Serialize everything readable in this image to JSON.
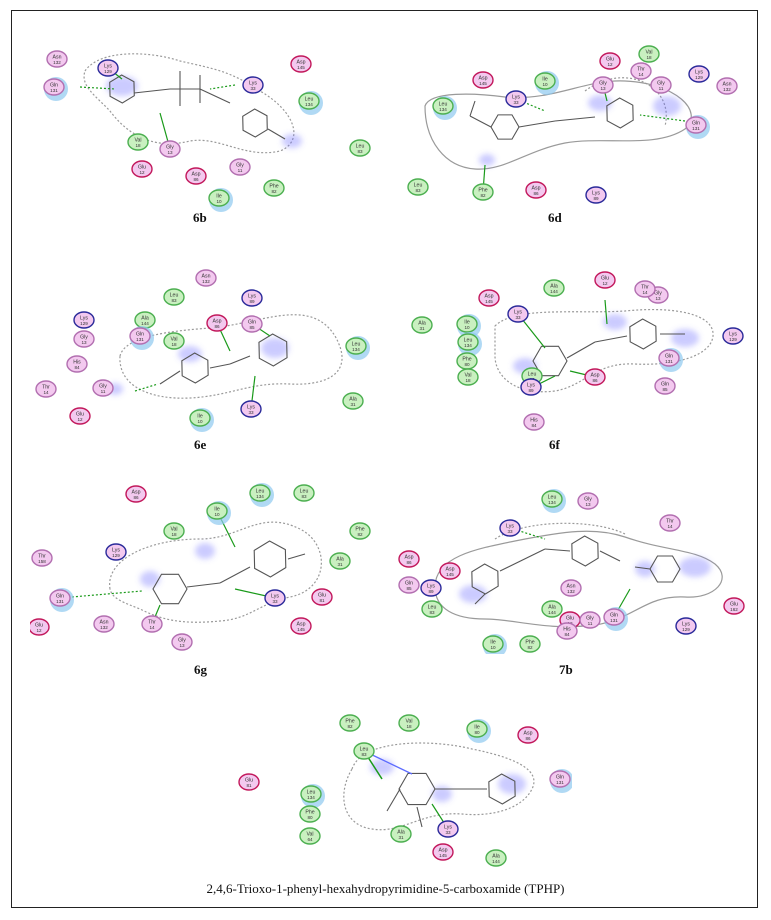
{
  "colors": {
    "green_fill": "#c9f0c0",
    "green_stroke": "#4caf50",
    "pink_fill": "#f3c9ef",
    "pink_stroke": "#b26fb0",
    "purple_stroke": "#2a2a9a",
    "red_stroke": "#c2185b",
    "halo": "#8ec9f0",
    "bond": "#555555",
    "hbond": "#1a9a1a",
    "contact": "#9a9a9a",
    "blob": "#6b6bff"
  },
  "panels": [
    {
      "id": "6b",
      "label": "6b",
      "residues": [
        {
          "name": "Asn",
          "num": "132",
          "type": "pink"
        },
        {
          "name": "Lys",
          "num": "129",
          "type": "purple"
        },
        {
          "name": "Gln",
          "num": "131",
          "type": "pink",
          "halo": true
        },
        {
          "name": "Lys",
          "num": "33",
          "type": "purple"
        },
        {
          "name": "Asp",
          "num": "145",
          "type": "red"
        },
        {
          "name": "Leu",
          "num": "134",
          "type": "green",
          "halo": true
        },
        {
          "name": "Val",
          "num": "18",
          "type": "green"
        },
        {
          "name": "Gly",
          "num": "13",
          "type": "pink"
        },
        {
          "name": "Glu",
          "num": "12",
          "type": "red"
        },
        {
          "name": "Asp",
          "num": "86",
          "type": "red"
        },
        {
          "name": "Gly",
          "num": "11",
          "type": "pink"
        },
        {
          "name": "Leu",
          "num": "83",
          "type": "green"
        },
        {
          "name": "Phe",
          "num": "82",
          "type": "green"
        },
        {
          "name": "Ile",
          "num": "10",
          "type": "green",
          "halo": true
        }
      ]
    },
    {
      "id": "6d",
      "label": "6d",
      "residues": [
        {
          "name": "Glu",
          "num": "12",
          "type": "red"
        },
        {
          "name": "Val",
          "num": "18",
          "type": "green"
        },
        {
          "name": "Asp",
          "num": "145",
          "type": "red"
        },
        {
          "name": "Ile",
          "num": "10",
          "type": "green",
          "halo": true
        },
        {
          "name": "Thr",
          "num": "14",
          "type": "pink"
        },
        {
          "name": "Lys",
          "num": "129",
          "type": "purple"
        },
        {
          "name": "Gly",
          "num": "13",
          "type": "pink"
        },
        {
          "name": "Gly",
          "num": "11",
          "type": "pink"
        },
        {
          "name": "Asn",
          "num": "132",
          "type": "pink"
        },
        {
          "name": "Leu",
          "num": "134",
          "type": "green",
          "halo": true
        },
        {
          "name": "Lys",
          "num": "33",
          "type": "purple"
        },
        {
          "name": "Gln",
          "num": "131",
          "type": "pink",
          "halo": true
        },
        {
          "name": "Leu",
          "num": "83",
          "type": "green"
        },
        {
          "name": "Phe",
          "num": "82",
          "type": "green"
        },
        {
          "name": "Asp",
          "num": "86",
          "type": "red"
        },
        {
          "name": "Lys",
          "num": "89",
          "type": "purple"
        }
      ]
    },
    {
      "id": "6e",
      "label": "6e",
      "residues": [
        {
          "name": "Asn",
          "num": "132",
          "type": "pink"
        },
        {
          "name": "Leu",
          "num": "83",
          "type": "green"
        },
        {
          "name": "Lys",
          "num": "89",
          "type": "purple"
        },
        {
          "name": "Lys",
          "num": "129",
          "type": "purple"
        },
        {
          "name": "Ala",
          "num": "144",
          "type": "green"
        },
        {
          "name": "Asp",
          "num": "86",
          "type": "red"
        },
        {
          "name": "Gln",
          "num": "85",
          "type": "pink"
        },
        {
          "name": "Gln",
          "num": "131",
          "type": "pink",
          "halo": true
        },
        {
          "name": "Val",
          "num": "18",
          "type": "green"
        },
        {
          "name": "Gly",
          "num": "13",
          "type": "pink"
        },
        {
          "name": "Leu",
          "num": "134",
          "type": "green",
          "halo": true
        },
        {
          "name": "His",
          "num": "84",
          "type": "pink"
        },
        {
          "name": "Thr",
          "num": "14",
          "type": "pink"
        },
        {
          "name": "Gly",
          "num": "11",
          "type": "pink"
        },
        {
          "name": "Glu",
          "num": "12",
          "type": "red"
        },
        {
          "name": "Ile",
          "num": "10",
          "type": "green",
          "halo": true
        },
        {
          "name": "Lys",
          "num": "33",
          "type": "purple"
        },
        {
          "name": "Ala",
          "num": "31",
          "type": "green"
        }
      ]
    },
    {
      "id": "6f",
      "label": "6f",
      "residues": [
        {
          "name": "Glu",
          "num": "12",
          "type": "red"
        },
        {
          "name": "Ala",
          "num": "144",
          "type": "green"
        },
        {
          "name": "Asp",
          "num": "145",
          "type": "red"
        },
        {
          "name": "Gly",
          "num": "13",
          "type": "pink"
        },
        {
          "name": "Thr",
          "num": "14",
          "type": "pink"
        },
        {
          "name": "Ala",
          "num": "31",
          "type": "green"
        },
        {
          "name": "Ile",
          "num": "10",
          "type": "green",
          "halo": true
        },
        {
          "name": "Lys",
          "num": "33",
          "type": "purple"
        },
        {
          "name": "Leu",
          "num": "134",
          "type": "green",
          "halo": true
        },
        {
          "name": "Lys",
          "num": "129",
          "type": "purple"
        },
        {
          "name": "Phe",
          "num": "80",
          "type": "green"
        },
        {
          "name": "Val",
          "num": "18",
          "type": "green"
        },
        {
          "name": "Leu",
          "num": "83",
          "type": "green"
        },
        {
          "name": "Lys",
          "num": "89",
          "type": "purple"
        },
        {
          "name": "Asp",
          "num": "86",
          "type": "red"
        },
        {
          "name": "Gln",
          "num": "131",
          "type": "pink",
          "halo": true
        },
        {
          "name": "Gln",
          "num": "85",
          "type": "pink"
        },
        {
          "name": "His",
          "num": "84",
          "type": "pink"
        }
      ]
    },
    {
      "id": "6g",
      "label": "6g",
      "residues": [
        {
          "name": "Asp",
          "num": "86",
          "type": "red"
        },
        {
          "name": "Leu",
          "num": "134",
          "type": "green",
          "halo": true
        },
        {
          "name": "Leu",
          "num": "83",
          "type": "green"
        },
        {
          "name": "Ile",
          "num": "10",
          "type": "green",
          "halo": true
        },
        {
          "name": "Val",
          "num": "18",
          "type": "green"
        },
        {
          "name": "Phe",
          "num": "82",
          "type": "green"
        },
        {
          "name": "Lys",
          "num": "129",
          "type": "purple"
        },
        {
          "name": "Thr",
          "num": "158",
          "type": "pink"
        },
        {
          "name": "Ala",
          "num": "31",
          "type": "green"
        },
        {
          "name": "Gln",
          "num": "131",
          "type": "pink",
          "halo": true
        },
        {
          "name": "Glu",
          "num": "81",
          "type": "red"
        },
        {
          "name": "Lys",
          "num": "33",
          "type": "purple"
        },
        {
          "name": "Glu",
          "num": "12",
          "type": "red"
        },
        {
          "name": "Asn",
          "num": "132",
          "type": "pink"
        },
        {
          "name": "Thr",
          "num": "14",
          "type": "pink"
        },
        {
          "name": "Asp",
          "num": "145",
          "type": "red"
        },
        {
          "name": "Gly",
          "num": "13",
          "type": "pink"
        }
      ]
    },
    {
      "id": "7b",
      "label": "7b",
      "residues": [
        {
          "name": "Leu",
          "num": "134",
          "type": "green",
          "halo": true
        },
        {
          "name": "Gly",
          "num": "13",
          "type": "pink"
        },
        {
          "name": "Thr",
          "num": "14",
          "type": "pink"
        },
        {
          "name": "Asp",
          "num": "86",
          "type": "red"
        },
        {
          "name": "Lys",
          "num": "33",
          "type": "purple"
        },
        {
          "name": "Asp",
          "num": "145",
          "type": "red"
        },
        {
          "name": "Gln",
          "num": "85",
          "type": "pink"
        },
        {
          "name": "Lys",
          "num": "89",
          "type": "purple"
        },
        {
          "name": "Asn",
          "num": "132",
          "type": "pink"
        },
        {
          "name": "Leu",
          "num": "83",
          "type": "green"
        },
        {
          "name": "Ala",
          "num": "144",
          "type": "green"
        },
        {
          "name": "Glu",
          "num": "12",
          "type": "red"
        },
        {
          "name": "Gly",
          "num": "11",
          "type": "pink"
        },
        {
          "name": "Gln",
          "num": "131",
          "type": "pink",
          "halo": true
        },
        {
          "name": "Glu",
          "num": "162",
          "type": "red"
        },
        {
          "name": "Ile",
          "num": "10",
          "type": "green",
          "halo": true
        },
        {
          "name": "Phe",
          "num": "82",
          "type": "green"
        },
        {
          "name": "His",
          "num": "84",
          "type": "pink"
        },
        {
          "name": "Lys",
          "num": "129",
          "type": "purple"
        }
      ]
    },
    {
      "id": "tphp",
      "label": "",
      "residues": [
        {
          "name": "Phe",
          "num": "82",
          "type": "green"
        },
        {
          "name": "Val",
          "num": "18",
          "type": "green"
        },
        {
          "name": "Ile",
          "num": "80",
          "type": "green",
          "halo": true
        },
        {
          "name": "Asp",
          "num": "86",
          "type": "red"
        },
        {
          "name": "Leu",
          "num": "83",
          "type": "green"
        },
        {
          "name": "Glu",
          "num": "81",
          "type": "red"
        },
        {
          "name": "Leu",
          "num": "134",
          "type": "green",
          "halo": true
        },
        {
          "name": "Gln",
          "num": "131",
          "type": "pink",
          "halo": true
        },
        {
          "name": "Phe",
          "num": "80",
          "type": "green"
        },
        {
          "name": "Val",
          "num": "64",
          "type": "green"
        },
        {
          "name": "Ala",
          "num": "31",
          "type": "green"
        },
        {
          "name": "Lys",
          "num": "33",
          "type": "purple"
        },
        {
          "name": "Asp",
          "num": "145",
          "type": "red"
        },
        {
          "name": "Ala",
          "num": "144",
          "type": "green"
        }
      ]
    }
  ],
  "caption": "2,4,6-Trioxo-1-phenyl-hexahydropyrimidine-5-carboxamide (TPHP)"
}
